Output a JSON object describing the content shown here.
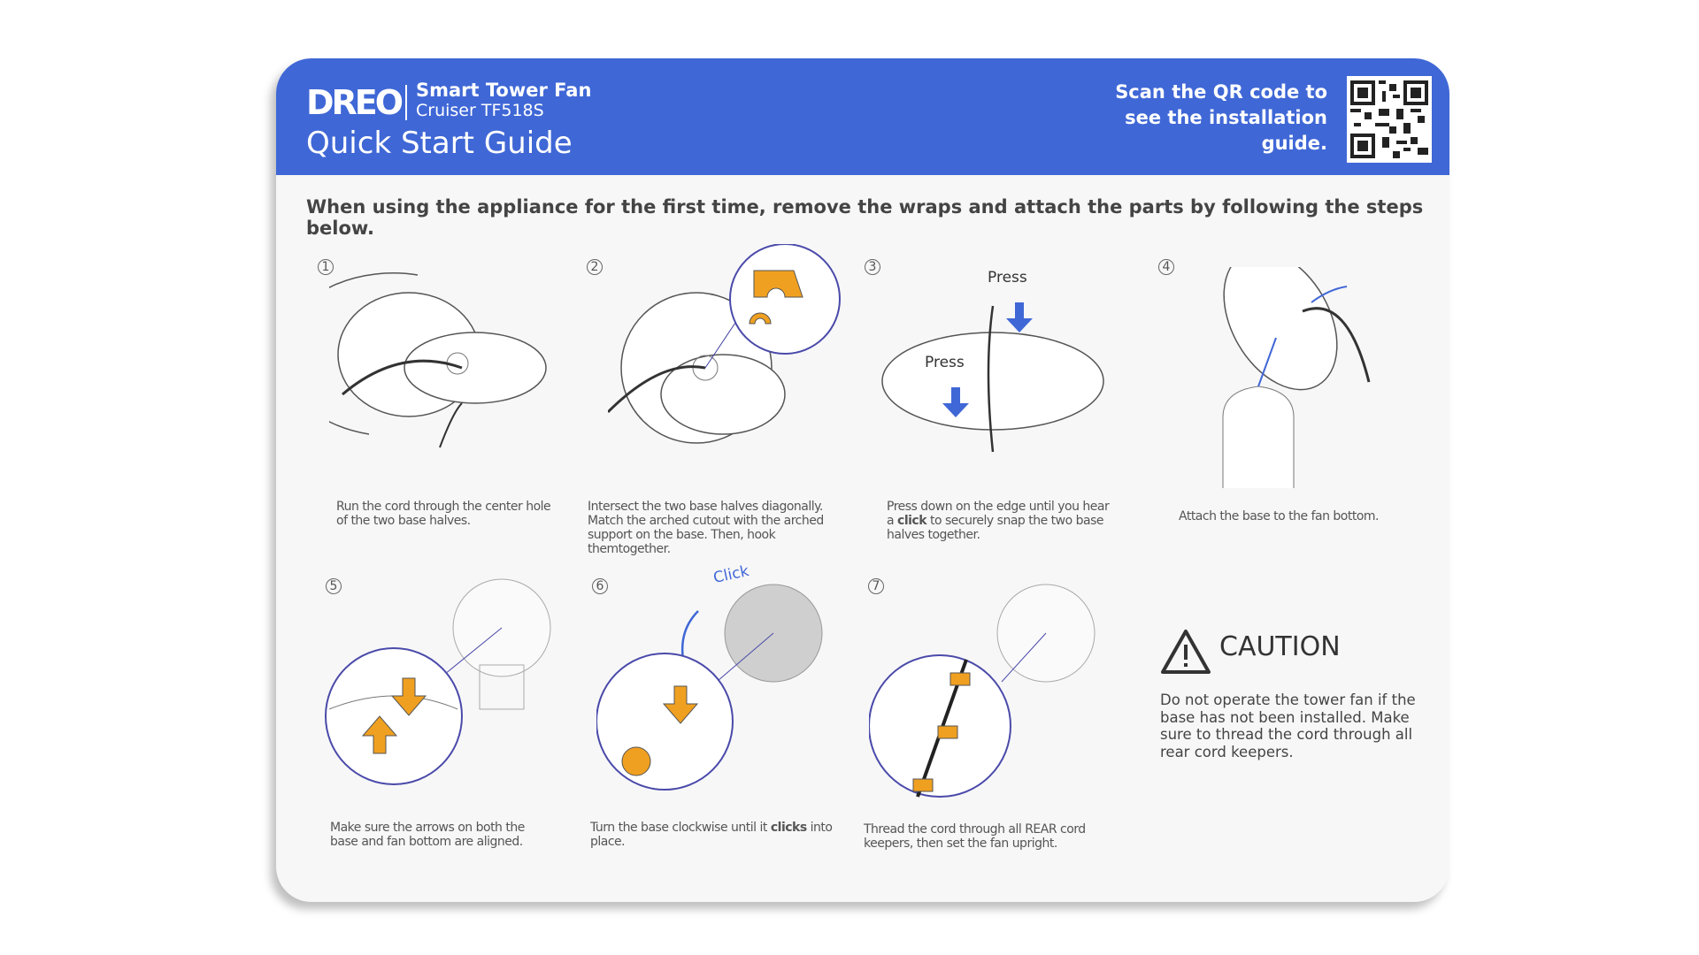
{
  "header": {
    "brand": "DREO",
    "product_line1": "Smart Tower Fan",
    "product_line2": "Cruiser TF518S",
    "title": "Quick Start Guide",
    "qr_text": "Scan the QR code to see the installation guide."
  },
  "intro": "When using the appliance for the first time, remove the wraps and attach the parts by following the steps below.",
  "steps": [
    {
      "num": "1",
      "caption": "Run the cord through the center hole of the two base halves."
    },
    {
      "num": "2",
      "caption": "Intersect the two base halves diagonally. Match the arched cutout with the arched support on the base. Then, hook themtogether."
    },
    {
      "num": "3",
      "caption_pre": "Press down on the edge until you hear a ",
      "caption_bold": "click",
      "caption_post": " to securely snap the two base halves together.",
      "label_press": "Press"
    },
    {
      "num": "4",
      "caption": "Attach the base to the fan bottom."
    },
    {
      "num": "5",
      "caption": "Make sure the arrows on both the base and fan bottom are aligned."
    },
    {
      "num": "6",
      "caption_pre": "Turn the base clockwise until it ",
      "caption_bold": "clicks",
      "caption_post": " into place.",
      "label_click": "Click"
    },
    {
      "num": "7",
      "caption": "Thread the cord through all REAR cord keepers, then set the fan upright."
    }
  ],
  "caution": {
    "title": "CAUTION",
    "body": "Do not operate the tower fan if the base has not been installed. Make sure to thread the cord through all rear cord keepers."
  },
  "colors": {
    "header_blue": "#3f67d6",
    "accent_orange": "#f0a020",
    "arrow_blue": "#3f67d6"
  }
}
